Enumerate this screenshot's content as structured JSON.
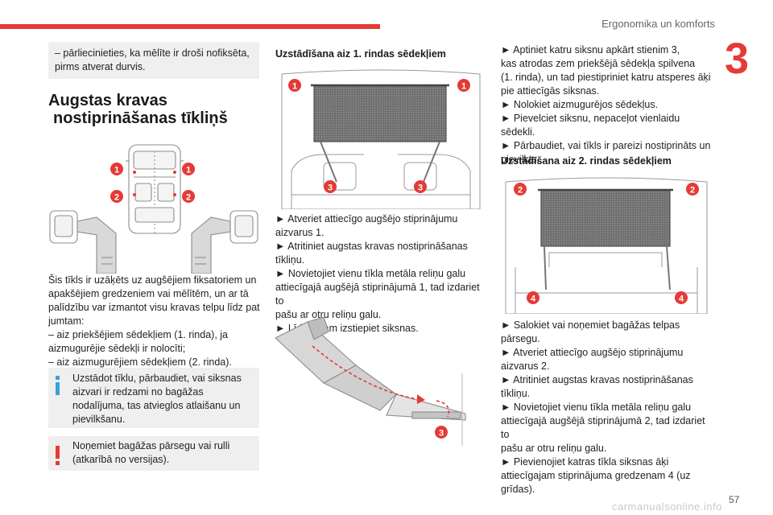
{
  "header": {
    "title": "Ergonomika un komforts",
    "chapter_number": "3"
  },
  "left": {
    "note_top": "– pārliecinieties, ka mēlīte ir droši nofiksēta, pirms atverat durvis.",
    "heading_line1": "Augstas kravas",
    "heading_line2": "nostiprināšanas tīkliņš",
    "figure_labels": [
      "1",
      "1",
      "2",
      "2"
    ],
    "paragraph": "Šis tīkls ir uzāķēts uz augšējiem fiksatoriem un\napakšējiem gredzeniem vai mēlītēm, un ar tā\npalīdzību var izmantot visu kravas telpu līdz pat\njumtam:\n– aiz priekšējiem sēdekļiem (1. rinda), ja\naizmugurējie sēdekļi ir nolocīti;\n– aiz aizmugurējiem sēdekļiem (2. rinda).",
    "info_text": "Uzstādot tīklu, pārbaudiet, vai siksnas\naizvari ir redzami no bagāžas\nnodalījuma, tas atvieglos atlaišanu un\npievilkšanu.",
    "warning_text": "Noņemiet bagāžas pārsegu vai rulli\n(atkarībā no versijas)."
  },
  "middle": {
    "heading": "Uzstādīšana aiz 1. rindas sēdekļiem",
    "figure_labels": [
      "1",
      "1",
      "3",
      "3"
    ],
    "paragraph_lines": [
      "► Atveriet attiecīgo augšējo stiprinājumu",
      "aizvarus 1.",
      "► Atritiniet augstas kravas nostiprināšanas",
      "tīkliņu.",
      "► Novietojiet vienu tīkla metāla reliņu galu",
      "attiecīgajā augšējā stiprinājumā 1, tad izdariet to",
      "pašu ar otru reliņu galu.",
      "► Līdz galam izstiepiet siksnas."
    ],
    "buckle_label": "3"
  },
  "right": {
    "paragraph_top_lines": [
      "► Aptiniet katru siksnu apkārt stienim 3,",
      "kas atrodas zem priekšējā sēdekļa spilvena",
      "(1. rinda), un tad piestipriniet katru atsperes āķi",
      "pie attiecīgās siksnas.",
      "► Nolokiet aizmugurējos sēdekļus.",
      "► Pievelciet siksnu, nepaceļot vienlaidu sēdekli.",
      "► Pārbaudiet, vai tīkls ir pareizi nostiprināts un",
      "pievilkts."
    ],
    "heading": "Uzstādīšana aiz 2. rindas sēdekļiem",
    "figure_labels": [
      "2",
      "2",
      "4",
      "4"
    ],
    "paragraph_bottom_lines": [
      "► Salokiet vai noņemiet bagāžas telpas",
      "pārsegu.",
      "► Atveriet attiecīgo augšējo stiprinājumu",
      "aizvarus 2.",
      "► Atritiniet augstas kravas nostiprināšanas",
      "tīkliņu.",
      "► Novietojiet vienu tīkla metāla reliņu galu",
      "attiecīgajā augšējā stiprinājumā 2, tad izdariet to",
      "pašu ar otru reliņu galu.",
      "► Pievienojiet katras tīkla siksnas āķi",
      "attiecīgajam stiprinājuma gredzenam 4 (uz",
      "grīdas)."
    ]
  },
  "footer": {
    "page_number": "57",
    "watermark": "carmanualsonline.info"
  },
  "colors": {
    "accent": "#e53a36",
    "info": "#3aa0d8",
    "box": "#efefef",
    "line_art": "#9a9a9a"
  }
}
